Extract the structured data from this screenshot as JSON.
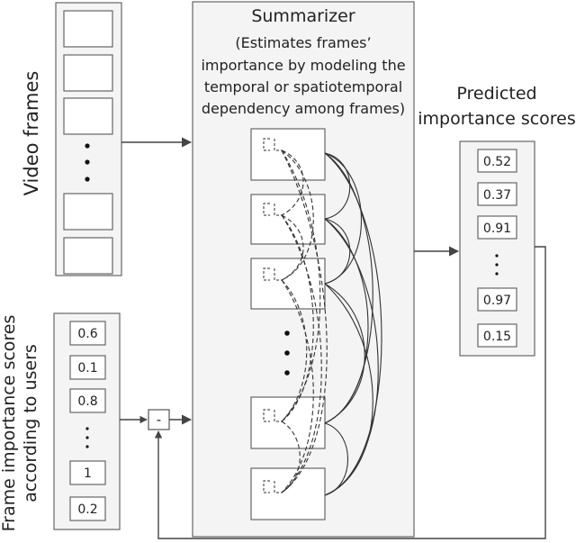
{
  "summarizer": {
    "title": "Summarizer",
    "description_lines": [
      "(Estimates frames’",
      "importance by modeling the",
      "temporal or spatiotemporal",
      "dependency among frames)"
    ]
  },
  "video_frames": {
    "label": "Video frames"
  },
  "user_scores": {
    "label_lines": [
      "Frame importance scores",
      "according to users"
    ],
    "values": [
      "0.6",
      "0.1",
      "0.8",
      "1",
      "0.2"
    ]
  },
  "predicted_scores": {
    "label_lines": [
      "Predicted",
      "importance scores"
    ],
    "values": [
      "0.52",
      "0.37",
      "0.91",
      "0.97",
      "0.15"
    ]
  },
  "subtract_node": {
    "symbol": "-"
  },
  "colors": {
    "box_stroke": "#666666",
    "box_fill": "#f4f4f4",
    "line": "#444444"
  }
}
